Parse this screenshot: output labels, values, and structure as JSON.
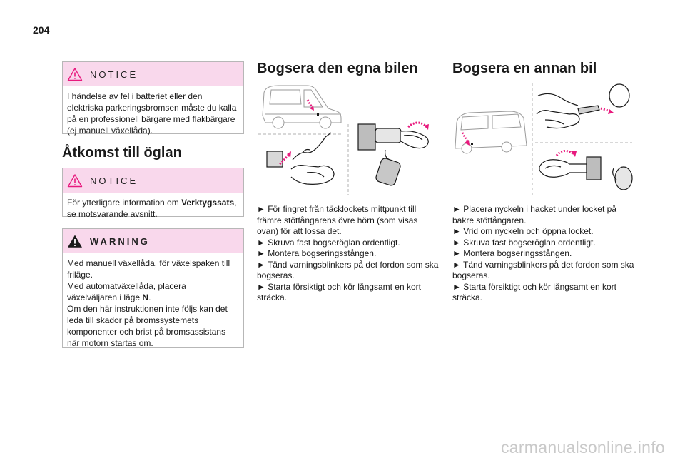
{
  "page": {
    "number": "204"
  },
  "notice_top": {
    "title": "NOTICE",
    "text": "I händelse av fel i batteriet eller den elektriska parkeringsbromsen måste du kalla på en professionell bärgare med flakbärgare (ej manuell växellåda)."
  },
  "access": {
    "title": "Åtkomst till öglan"
  },
  "notice_access": {
    "title": "NOTICE",
    "text_before": "För ytterligare information om ",
    "text_bold": "Verktygssats",
    "text_after": ", se motsvarande avsnitt."
  },
  "warning": {
    "title": "WARNING",
    "line1": "Med manuell växellåda, för växelspaken till friläge.",
    "line2_before": "Med automatväxellåda, placera växelväljaren i läge ",
    "line2_bold": "N",
    "line2_after": ".",
    "line3": "Om den här instruktionen inte följs kan det leda till skador på bromssystemets komponenter och brist på bromsassistans när motorn startas om."
  },
  "tow_own": {
    "title": "Bogsera den egna bilen",
    "steps": [
      "► För fingret från täcklockets mittpunkt till främre stötfångarens övre hörn (som visas ovan) för att lossa det.",
      "► Skruva fast bogseröglan ordentligt.",
      "► Montera bogseringsstången.",
      "► Tänd varningsblinkers på det fordon som ska bogseras.",
      "► Starta försiktigt och kör långsamt en kort sträcka."
    ]
  },
  "tow_other": {
    "title": "Bogsera en annan bil",
    "steps": [
      "► Placera nyckeln i hacket under locket på bakre stötfångaren.",
      "► Vrid om nyckeln och öppna locket.",
      "► Skruva fast bogseröglan ordentligt.",
      "► Montera bogseringsstången.",
      "► Tänd varningsblinkers på det fordon som ska bogseras.",
      "► Starta försiktigt och kör långsamt en kort sträcka."
    ]
  },
  "watermark": {
    "text": "carmanualsonline.info"
  },
  "colors": {
    "callout_header": "#f9d8ec",
    "accent": "#e8197d",
    "rule": "#9a9a9a"
  },
  "icons": {
    "notice": "warning-triangle-outline-icon",
    "warning": "warning-triangle-filled-icon"
  }
}
